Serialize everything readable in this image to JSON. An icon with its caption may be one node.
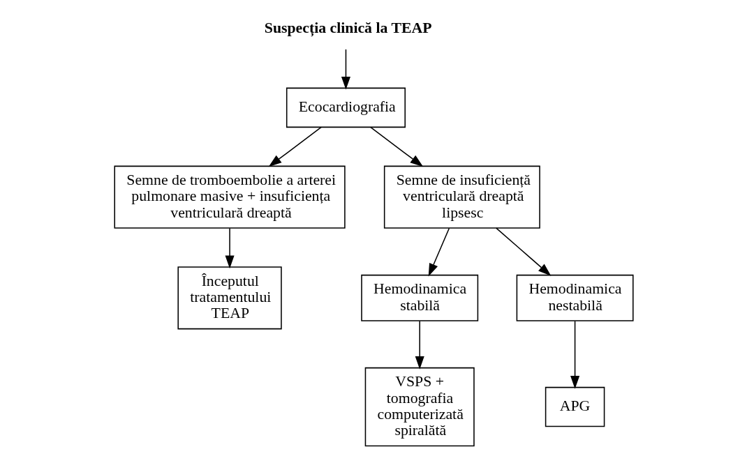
{
  "diagram": {
    "nodes": [
      {
        "text": [
          "Suspecția clinică la TEAP"
        ]
      },
      {
        "text": [
          "Ecocardiografia"
        ]
      },
      {
        "text": [
          "Semne de tromboembolie a arterei pulmonare masive + insuficiența ventriculară dreaptă"
        ]
      },
      {
        "text": [
          "Semne de insuficiență ventriculară dreaptă lipsesc"
        ]
      },
      {
        "text": [
          "Începutul tratamentului TEAP"
        ]
      },
      {
        "text": [
          "Hemodinamica stabilă"
        ]
      },
      {
        "text": [
          "Hemodinamica nestabilă"
        ]
      },
      {
        "text": [
          "VSPS + tomografia computerizată spiralătă"
        ]
      },
      {
        "text": [
          "APG"
        ]
      }
    ],
    "edges": [
      {
        "from": 0,
        "to": 1,
        "arrow": "to"
      },
      {
        "from": 1,
        "to": 2,
        "arrow": "to"
      },
      {
        "from": 1,
        "to": 3,
        "arrow": "to"
      },
      {
        "from": 2,
        "to": 4,
        "arrow": "to"
      },
      {
        "from": 3,
        "to": 5,
        "arrow": "to"
      },
      {
        "from": 3,
        "to": 6,
        "arrow": "to"
      },
      {
        "from": 5,
        "to": 7,
        "arrow": "to"
      },
      {
        "from": 6,
        "to": 8,
        "arrow": "to"
      }
    ]
  }
}
